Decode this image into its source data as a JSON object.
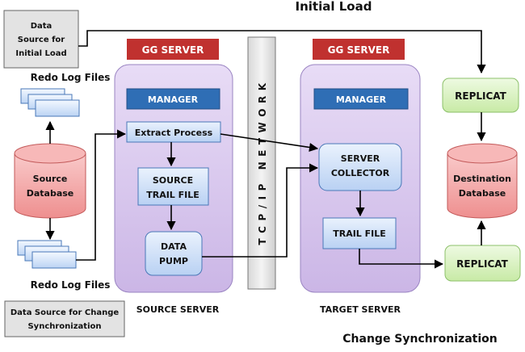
{
  "title_initial_load": "Initial Load",
  "title_change_sync": "Change Synchronization",
  "data_source_initial": [
    "Data",
    "Source for",
    "Initial Load"
  ],
  "data_source_change": [
    "Data Source for Change",
    "Synchronization"
  ],
  "redo_log_top": "Redo Log Files",
  "redo_log_bottom": "Redo Log Files",
  "source_database": [
    "Source",
    "Database"
  ],
  "destination_database": [
    "Destination",
    "Database"
  ],
  "source_server": {
    "banner": "GG SERVER",
    "manager": "MANAGER",
    "extract": "Extract Process",
    "source_trail": [
      "SOURCE",
      "TRAIL FILE"
    ],
    "data_pump": [
      "DATA",
      "PUMP"
    ],
    "caption": "SOURCE SERVER"
  },
  "network": "TCP/IP NETWORK",
  "target_server": {
    "banner": "GG SERVER",
    "manager": "MANAGER",
    "collector": [
      "SERVER",
      "COLLECTOR"
    ],
    "trail": "TRAIL FILE",
    "caption": "TARGET SERVER"
  },
  "replicat_top": "REPLICAT",
  "replicat_bottom": "REPLICAT",
  "colors": {
    "banner_red": "#c0312f",
    "manager_blue": "#2f6eb5",
    "server_lavender": "#dccdee",
    "process_blue": "#cfe0f8",
    "db_red": "#f2a3a3",
    "replicat_green": "#d8f1c0",
    "gray_box": "#d6d6d6"
  }
}
